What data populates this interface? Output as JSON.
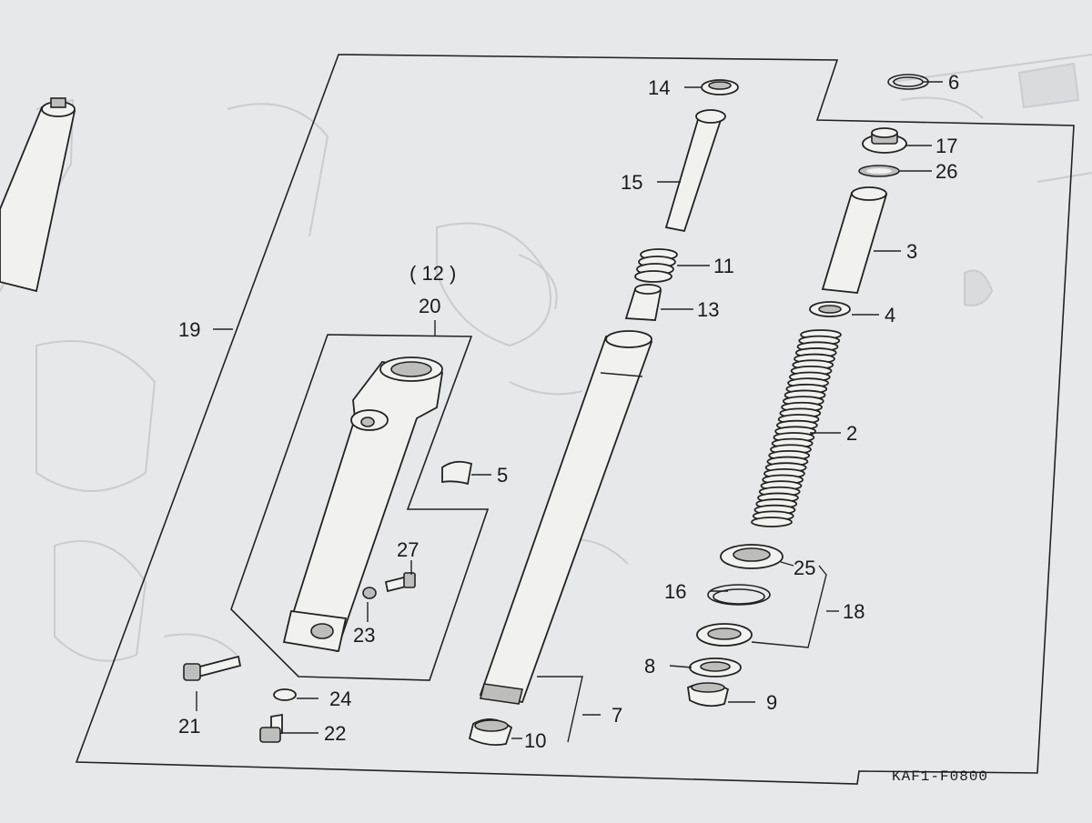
{
  "diagram": {
    "drawing_code": "KAF1-F0800",
    "labels": {
      "p2": "2",
      "p3": "3",
      "p4": "4",
      "p5": "5",
      "p6": "6",
      "p7": "7",
      "p8": "8",
      "p9": "9",
      "p10": "10",
      "p11": "11",
      "p13": "13",
      "p14": "14",
      "p15": "15",
      "p16": "16",
      "p17": "17",
      "p18": "18",
      "p19": "19",
      "p12": "( 12 )",
      "p20": "20",
      "p21": "21",
      "p22": "22",
      "p23": "23",
      "p24": "24",
      "p25": "25",
      "p26": "26",
      "p27": "27"
    }
  }
}
